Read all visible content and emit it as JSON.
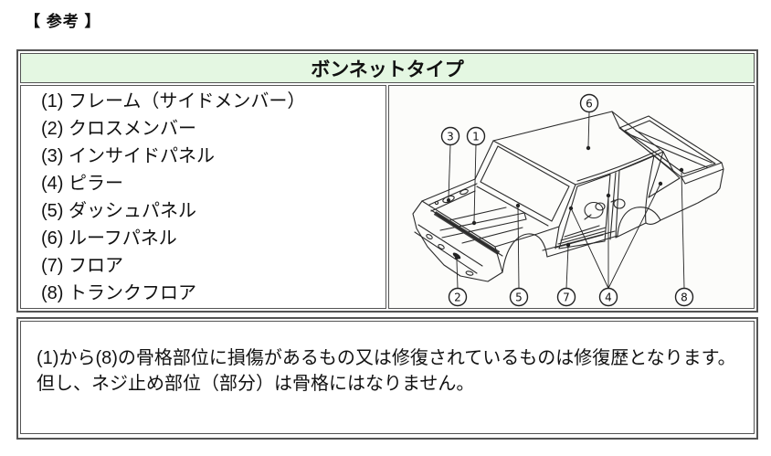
{
  "page": {
    "title": "【 参考 】"
  },
  "table": {
    "header": "ボンネットタイプ",
    "parts": [
      "(1) フレーム（サイドメンバー）",
      "(2) クロスメンバー",
      "(3) インサイドパネル",
      "(4) ピラー",
      "(5) ダッシュパネル",
      "(6) ルーフパネル",
      "(7) フロア",
      "(8) トランクフロア"
    ]
  },
  "diagram": {
    "description": "isometric-car-body-shell-line-drawing",
    "callouts": [
      "1",
      "2",
      "3",
      "4",
      "5",
      "6",
      "7",
      "8"
    ]
  },
  "note": {
    "text": "(1)から(8)の骨格部位に損傷があるもの又は修復されているものは修復歴となります。但し、ネジ止め部位（部分）は骨格にはなりません。"
  },
  "colors": {
    "header_bg": "#e4f7e2",
    "border": "#545454",
    "line_art": "#2b2b2b"
  }
}
